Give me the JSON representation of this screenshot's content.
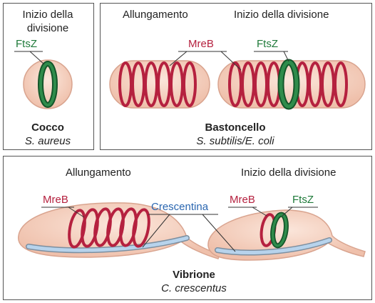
{
  "coccus_panel": {
    "stage": "Inizio della\ndivisione",
    "stage_line1": "Inizio della",
    "stage_line2": "divisione",
    "protein": "FtsZ",
    "name": "Cocco",
    "species": "S. aureus"
  },
  "rod_panel": {
    "stage_left": "Allungamento",
    "stage_right": "Inizio della divisione",
    "protein_mreb": "MreB",
    "protein_ftsz": "FtsZ",
    "name": "Bastoncello",
    "species": "S. subtilis/E. coli"
  },
  "vibrio_panel": {
    "stage_left": "Allungamento",
    "stage_right": "Inizio della divisione",
    "protein_mreb_left": "MreB",
    "protein_crescentin": "Crescentina",
    "protein_mreb_right": "MreB",
    "protein_ftsz": "FtsZ",
    "name": "Vibrione",
    "species": "C. crescentus"
  },
  "colors": {
    "cell_fill": "#f6d3c3",
    "cell_stroke": "#d9a48f",
    "mreb": "#b5213f",
    "ftsz": "#1f7a3a",
    "crescentin": "#9fc3e4"
  }
}
